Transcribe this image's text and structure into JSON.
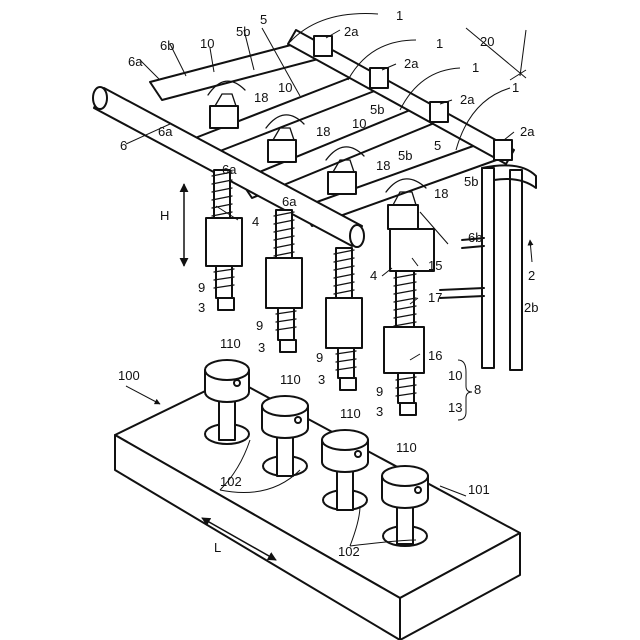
{
  "labels": {
    "n1": "1",
    "n20": "20",
    "n2a": "2a",
    "n2": "2",
    "n2b": "2b",
    "n5": "5",
    "n5b": "5b",
    "n6": "6",
    "n6a": "6a",
    "n6b": "6b",
    "n10": "10",
    "n18": "18",
    "n4": "4",
    "n15": "15",
    "n17": "17",
    "n16": "16",
    "n9": "9",
    "n3": "3",
    "n13": "13",
    "n8": "8",
    "nH": "H",
    "n100": "100",
    "n110": "110",
    "n102": "102",
    "n101": "101",
    "nL": "L"
  }
}
